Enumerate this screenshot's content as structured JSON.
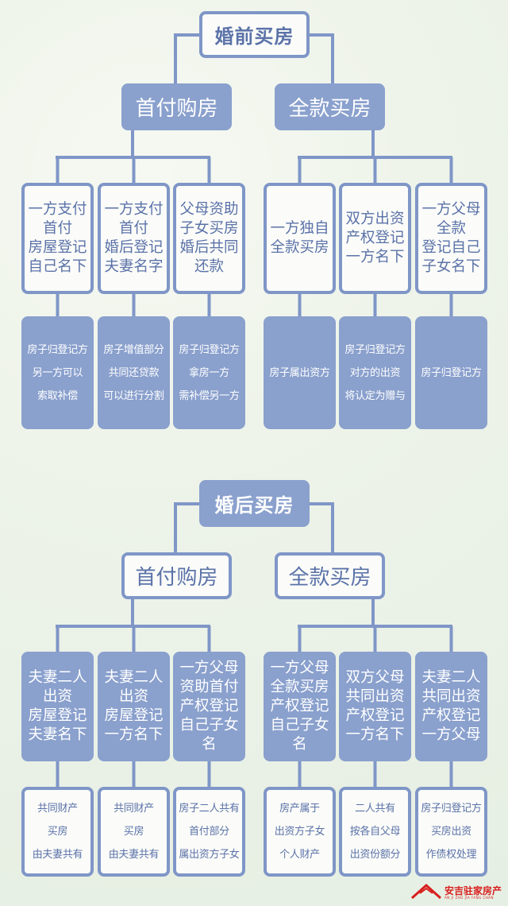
{
  "colors": {
    "fill": "#8aa0cd",
    "border": "#7f96c7",
    "text": "#5b72a9",
    "line": "#7f96c7",
    "logo": "#d81e1e"
  },
  "sections": [
    {
      "title": "婚前买房",
      "branches": [
        {
          "label": "首付购房",
          "options": [
            "一方支付\n首付\n房屋登记\n自己名下",
            "一方支付\n首付\n婚后登记\n夫妻名字",
            "父母资助\n子女买房\n婚后共同\n还款"
          ],
          "results": [
            "房子归登记方\n另一方可以\n索取补偿",
            "房子增值部分\n共同还贷款\n可以进行分割",
            "房子归登记方\n拿房一方\n需补偿另一方"
          ]
        },
        {
          "label": "全款买房",
          "options": [
            "一方独自\n全款买房",
            "双方出资\n产权登记\n一方名下",
            "一方父母\n全款\n登记自己\n子女名下"
          ],
          "results": [
            "房子属出资方",
            "房子归登记方\n对方的出资\n将认定为赠与",
            "房子归登记方"
          ]
        }
      ]
    },
    {
      "title": "婚后买房",
      "branches": [
        {
          "label": "首付购房",
          "options": [
            "夫妻二人\n出资\n房屋登记\n夫妻名下",
            "夫妻二人\n出资\n房屋登记\n一方名下",
            "一方父母\n资助首付\n产权登记\n自己子女名"
          ],
          "results": [
            "共同财产\n买房\n由夫妻共有",
            "共同财产\n买房\n由夫妻共有",
            "房子二人共有\n首付部分\n属出资方子女"
          ]
        },
        {
          "label": "全款买房",
          "options": [
            "一方父母\n全款买房\n产权登记\n自己子女名",
            "双方父母\n共同出资\n产权登记\n一方名下",
            "夫妻二人\n共同出资\n产权登记\n一方父母"
          ],
          "results": [
            "房产属于\n出资方子女\n个人财产",
            "二人共有\n按各自父母\n出资份额分",
            "房子归登记方\n买房出资\n作债权处理"
          ]
        }
      ]
    }
  ],
  "watermark": {
    "name": "安吉驻家房产",
    "pinyin": "AN JI ZHU JIA FANG CHAN"
  }
}
